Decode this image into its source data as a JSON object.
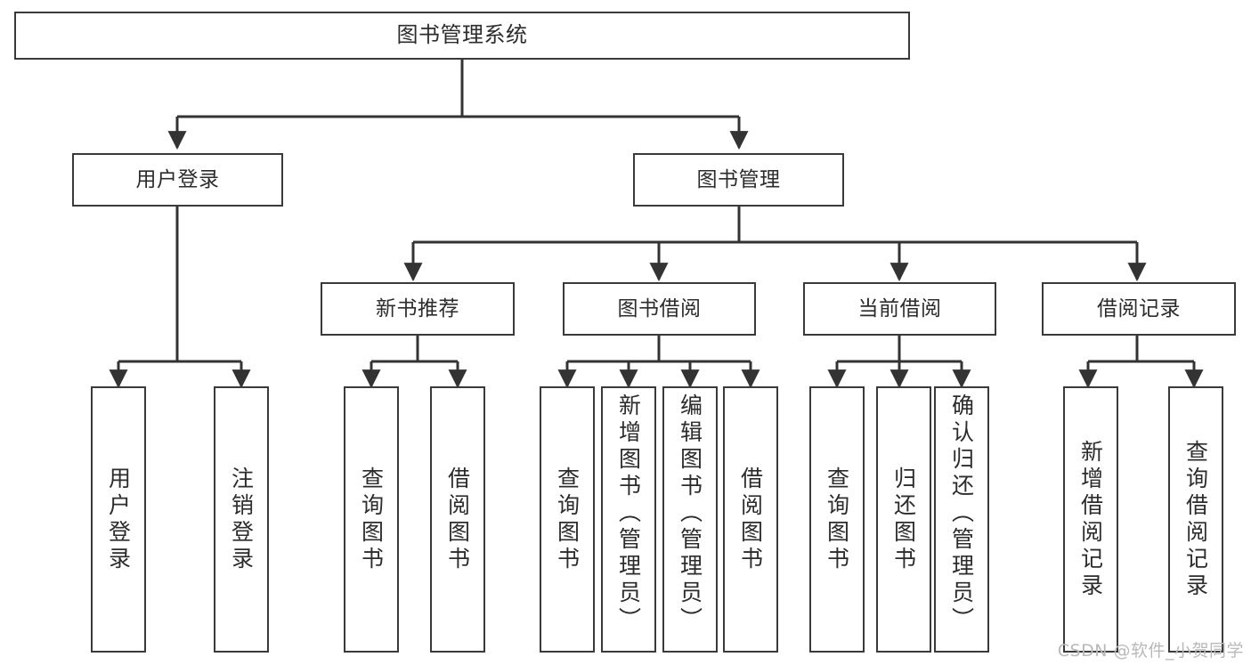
{
  "diagram": {
    "title": "图书管理系统",
    "type": "tree-hierarchy-chart",
    "colors": {
      "background": "#ffffff",
      "node_border": "#3a3a3a",
      "node_fill": "#ffffff",
      "edge": "#333333",
      "text": "#2c2c2c",
      "watermark": "#b9b9b9"
    },
    "nodes": {
      "root": {
        "label": "图书管理系统"
      },
      "level2": [
        {
          "id": "user-login",
          "label": "用户登录"
        },
        {
          "id": "book-management",
          "label": "图书管理"
        }
      ],
      "level3": [
        {
          "id": "new-book-recommend",
          "label": "新书推荐"
        },
        {
          "id": "book-borrow",
          "label": "图书借阅"
        },
        {
          "id": "current-borrow",
          "label": "当前借阅"
        },
        {
          "id": "borrow-record",
          "label": "借阅记录"
        }
      ],
      "leaves": {
        "user_login": [
          {
            "id": "leaf-user-login",
            "label": "用户登录"
          },
          {
            "id": "leaf-logout-login",
            "label": "注销登录"
          }
        ],
        "new_book_recommend": [
          {
            "id": "leaf-query-book-1",
            "label": "查询图书"
          },
          {
            "id": "leaf-borrow-book-1",
            "label": "借阅图书"
          }
        ],
        "book_borrow": [
          {
            "id": "leaf-query-book-2",
            "label": "查询图书"
          },
          {
            "id": "leaf-add-book",
            "label": "新增图书（管理员）"
          },
          {
            "id": "leaf-edit-book",
            "label": "编辑图书（管理员）"
          },
          {
            "id": "leaf-borrow-book-2",
            "label": "借阅图书"
          }
        ],
        "current_borrow": [
          {
            "id": "leaf-query-book-3",
            "label": "查询图书"
          },
          {
            "id": "leaf-return-book",
            "label": "归还图书"
          },
          {
            "id": "leaf-confirm-return",
            "label": "确认归还（管理员）"
          }
        ],
        "borrow_record": [
          {
            "id": "leaf-add-record",
            "label": "新增借阅记录"
          },
          {
            "id": "leaf-query-record",
            "label": "查询借阅记录"
          }
        ]
      }
    }
  },
  "watermark": {
    "text": "CSDN @软件_小贺同学"
  }
}
